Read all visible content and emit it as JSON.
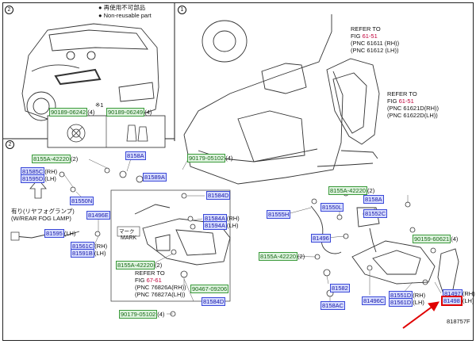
{
  "legend": {
    "items": [
      {
        "symbol": "●",
        "text": "再使用不可部品"
      },
      {
        "symbol": "●",
        "text": "Non-reusable part"
      }
    ]
  },
  "sections": {
    "s1": "1",
    "s2": "2",
    "s1_small": "1"
  },
  "bulb_note": "※1",
  "bulbs": [
    {
      "pn": "90189-06242",
      "qty": "(4)"
    },
    {
      "pn": "90189-06249",
      "qty": "(4)"
    }
  ],
  "refs": {
    "r1": {
      "prefix": "REFER TO",
      "fig": "FIG ",
      "fig_num": "61-51",
      "l1": "(PNC 61611 (RH))",
      "l2": "(PNC 61612 (LH))"
    },
    "r2": {
      "prefix": "REFER TO",
      "fig": "FIG ",
      "fig_num": "61-51",
      "l1": "(PNC 61621D(RH))",
      "l2": "(PNC 61622D(LH))"
    },
    "r3": {
      "prefix": "REFER TO",
      "fig": "FIG ",
      "fig_num": "67-61",
      "l1": "(PNC 76826A(RH))",
      "l2": "(PNC 76827A(LH))"
    }
  },
  "fog_note": {
    "jp": "有り(リヤフォグランプ)",
    "en": "(W/REAR FOG LAMP)"
  },
  "mark_label": "MARK",
  "mark_jp": "マーク",
  "parts": {
    "p8155a_a": {
      "code": "8155A-42220",
      "sfx": "(2)"
    },
    "p8158a": {
      "code": "8158A",
      "sfx": ""
    },
    "p90179_a": {
      "code": "90179-05102",
      "sfx": "(4)"
    },
    "p81585c": {
      "code": "81585C",
      "sfx": "(RH)"
    },
    "p81595d": {
      "code": "81595D",
      "sfx": "(LH)"
    },
    "p81589a": {
      "code": "81589A",
      "sfx": ""
    },
    "p81584d": {
      "code": "81584D",
      "sfx": ""
    },
    "p81550n": {
      "code": "81550N",
      "sfx": ""
    },
    "p81496e": {
      "code": "81496E",
      "sfx": ""
    },
    "p81584a": {
      "code": "81584A",
      "sfx": "(RH)"
    },
    "p81594a": {
      "code": "81594A",
      "sfx": "(LH)"
    },
    "p81595": {
      "code": "81595",
      "sfx": "(LH)"
    },
    "p81561c": {
      "code": "81561C",
      "sfx": "(RH)"
    },
    "p81591b": {
      "code": "81591B",
      "sfx": "(LH)"
    },
    "p8155a_b": {
      "code": "8155A-42220",
      "sfx": "(2)"
    },
    "p90467": {
      "code": "90467-09206",
      "sfx": ""
    },
    "p81584d2": {
      "code": "81584D",
      "sfx": ""
    },
    "p90179_b": {
      "code": "90179-05102",
      "sfx": "(4)"
    },
    "p8155a_c": {
      "code": "8155A-42220",
      "sfx": "(2)"
    },
    "p8158a_r": {
      "code": "8158A",
      "sfx": ""
    },
    "p81555h": {
      "code": "81555H",
      "sfx": ""
    },
    "p81550l": {
      "code": "81550L",
      "sfx": ""
    },
    "p81552c": {
      "code": "81552C",
      "sfx": ""
    },
    "p81496": {
      "code": "81496",
      "sfx": ""
    },
    "p90159": {
      "code": "90159-60621",
      "sfx": "(4)"
    },
    "p8155a_d": {
      "code": "8155A-42220",
      "sfx": "(2)"
    },
    "p81582": {
      "code": "81582",
      "sfx": ""
    },
    "p81551d": {
      "code": "81551D",
      "sfx": "(RH)"
    },
    "p81561d": {
      "code": "81561D",
      "sfx": "(LH)"
    },
    "p81497": {
      "code": "81497",
      "sfx": "(RH)"
    },
    "p81498": {
      "code": "81498",
      "sfx": "(LH)"
    },
    "p8158ac": {
      "code": "8158AC",
      "sfx": ""
    },
    "p81496c": {
      "code": "81496C",
      "sfx": ""
    }
  },
  "figure_id": "818757F",
  "colors": {
    "part_fill": "#d6dcff",
    "part_border": "#3a48d8",
    "ref_red": "#c0003a",
    "highlight": "#e00000",
    "arrow": "#e00000"
  }
}
